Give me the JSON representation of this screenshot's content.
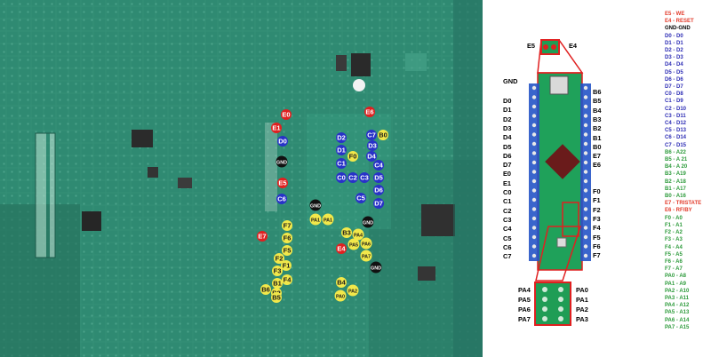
{
  "colors": {
    "board_green": "#2f8a72",
    "red_marker": "#e02020",
    "blue_marker": "#2832c8",
    "green_marker": "#f2e84a",
    "black_marker": "#111111",
    "legend_red": "#e23b2b",
    "legend_blue": "#2b2bb4",
    "legend_green": "#2c9a3a"
  },
  "pcb_markers": [
    {
      "label": "E0",
      "color": "red"
    },
    {
      "label": "E6",
      "color": "red"
    },
    {
      "label": "E1",
      "color": "red"
    },
    {
      "label": "D0",
      "color": "blue"
    },
    {
      "label": "GND",
      "color": "black"
    },
    {
      "label": "E5",
      "color": "red"
    },
    {
      "label": "C6",
      "color": "blue"
    },
    {
      "label": "E7",
      "color": "red"
    },
    {
      "label": "D2",
      "color": "blue"
    },
    {
      "label": "D1",
      "color": "blue"
    },
    {
      "label": "C1",
      "color": "blue"
    },
    {
      "label": "C0",
      "color": "blue"
    },
    {
      "label": "C2",
      "color": "blue"
    },
    {
      "label": "C3",
      "color": "blue"
    },
    {
      "label": "D3",
      "color": "blue"
    },
    {
      "label": "D4",
      "color": "blue"
    },
    {
      "label": "C4",
      "color": "blue"
    },
    {
      "label": "D5",
      "color": "blue"
    },
    {
      "label": "D6",
      "color": "blue"
    },
    {
      "label": "C5",
      "color": "blue"
    },
    {
      "label": "D7",
      "color": "blue"
    },
    {
      "label": "C7",
      "color": "blue"
    },
    {
      "label": "B0",
      "color": "green"
    },
    {
      "label": "F0",
      "color": "green"
    },
    {
      "label": "GND",
      "color": "black"
    },
    {
      "label": "GND",
      "color": "black"
    },
    {
      "label": "PA1",
      "color": "green"
    },
    {
      "label": "PA1",
      "color": "green"
    },
    {
      "label": "PA4",
      "color": "green"
    },
    {
      "label": "B3",
      "color": "green"
    },
    {
      "label": "PA5",
      "color": "green"
    },
    {
      "label": "PA6",
      "color": "green"
    },
    {
      "label": "E4",
      "color": "red"
    },
    {
      "label": "PA7",
      "color": "green"
    },
    {
      "label": "GND",
      "color": "black"
    },
    {
      "label": "F7",
      "color": "green"
    },
    {
      "label": "F6",
      "color": "green"
    },
    {
      "label": "F5",
      "color": "green"
    },
    {
      "label": "F2",
      "color": "green"
    },
    {
      "label": "F3",
      "color": "green"
    },
    {
      "label": "F1",
      "color": "green"
    },
    {
      "label": "F4",
      "color": "green"
    },
    {
      "label": "B1",
      "color": "green"
    },
    {
      "label": "B6",
      "color": "green"
    },
    {
      "label": "B2",
      "color": "green"
    },
    {
      "label": "B5",
      "color": "green"
    },
    {
      "label": "B4",
      "color": "green"
    },
    {
      "label": "PA2",
      "color": "green"
    },
    {
      "label": "PA0",
      "color": "green"
    }
  ],
  "board": {
    "top_labels": [
      "E5",
      "E4"
    ],
    "left_pins": [
      "GND",
      "D0",
      "D1",
      "D2",
      "D3",
      "D4",
      "D5",
      "D6",
      "D7",
      "E0",
      "E1",
      "C0",
      "C1",
      "C2",
      "C3",
      "C4",
      "C5",
      "C6",
      "C7"
    ],
    "right_pins": [
      "B6",
      "B5",
      "B4",
      "B3",
      "B2",
      "B1",
      "B0",
      "E7",
      "E6",
      "F0",
      "F1",
      "F2",
      "F3",
      "F4",
      "F5",
      "F6",
      "F7"
    ],
    "bottom_left": [
      "PA4",
      "PA5",
      "PA6",
      "PA7"
    ],
    "bottom_right": [
      "PA0",
      "PA1",
      "PA2",
      "PA3"
    ]
  },
  "legend": [
    {
      "text": "E5 - WE",
      "color": "red"
    },
    {
      "text": "E4 - RESET",
      "color": "red"
    },
    {
      "text": "GND-GND",
      "color": "black"
    },
    {
      "text": "D0 - D0",
      "color": "blue"
    },
    {
      "text": "D1 - D1",
      "color": "blue"
    },
    {
      "text": "D2 - D2",
      "color": "blue"
    },
    {
      "text": "D3 - D3",
      "color": "blue"
    },
    {
      "text": "D4 - D4",
      "color": "blue"
    },
    {
      "text": "D5 - D5",
      "color": "blue"
    },
    {
      "text": "D6 - D6",
      "color": "blue"
    },
    {
      "text": "D7 - D7",
      "color": "blue"
    },
    {
      "text": "C0 - D8",
      "color": "blue"
    },
    {
      "text": "C1 - D9",
      "color": "blue"
    },
    {
      "text": "C2 - D10",
      "color": "blue"
    },
    {
      "text": "C3 - D11",
      "color": "blue"
    },
    {
      "text": "C4 - D12",
      "color": "blue"
    },
    {
      "text": "C5 - D13",
      "color": "blue"
    },
    {
      "text": "C6 - D14",
      "color": "blue"
    },
    {
      "text": "C7 - D15",
      "color": "blue"
    },
    {
      "text": "B6 - A22",
      "color": "green"
    },
    {
      "text": "B5 - A 21",
      "color": "green"
    },
    {
      "text": "B4 - A 20",
      "color": "green"
    },
    {
      "text": "B3 - A19",
      "color": "green"
    },
    {
      "text": "B2 - A18",
      "color": "green"
    },
    {
      "text": "B1 - A17",
      "color": "green"
    },
    {
      "text": "B0 - A16",
      "color": "green"
    },
    {
      "text": "E7 - TRISTATE",
      "color": "red"
    },
    {
      "text": "E6 - RF/BY",
      "color": "red"
    },
    {
      "text": "F0 - A0",
      "color": "green"
    },
    {
      "text": "F1 - A1",
      "color": "green"
    },
    {
      "text": "F2 - A2",
      "color": "green"
    },
    {
      "text": "F3 - A3",
      "color": "green"
    },
    {
      "text": "F4 - A4",
      "color": "green"
    },
    {
      "text": "F5 - A5",
      "color": "green"
    },
    {
      "text": "F6 - A6",
      "color": "green"
    },
    {
      "text": "F7 - A7",
      "color": "green"
    },
    {
      "text": "PA0 - A8",
      "color": "green"
    },
    {
      "text": "PA1 - A9",
      "color": "green"
    },
    {
      "text": "PA2 - A10",
      "color": "green"
    },
    {
      "text": "PA3 - A11",
      "color": "green"
    },
    {
      "text": "PA4 - A12",
      "color": "green"
    },
    {
      "text": "PA5 - A13",
      "color": "green"
    },
    {
      "text": "PA6 - A14",
      "color": "green"
    },
    {
      "text": "PA7 - A15",
      "color": "green"
    }
  ]
}
